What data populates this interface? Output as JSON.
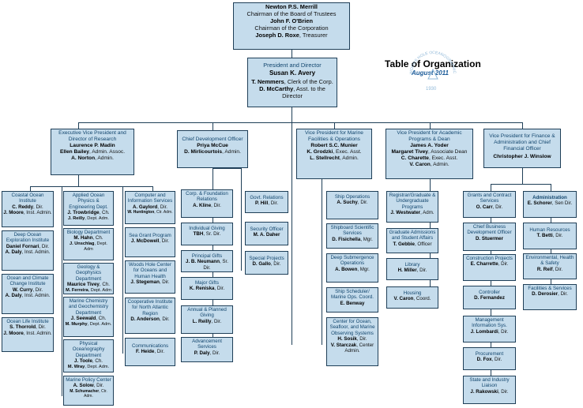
{
  "title": "Table of Organization",
  "date": "August 2011",
  "seal": {
    "text": "WOODS HOLE OCEANOGRAPHIC INSTITUTION",
    "year": "1930"
  },
  "trustees": [
    {
      "name": "Newton P.S. Merrill",
      "title": "Chairman of the Board of Trustees"
    },
    {
      "name": "John F. O'Brien",
      "title": "Chairman of the Corporation"
    },
    {
      "name": "Joseph D. Roxe",
      "title": ", Treasurer"
    }
  ],
  "president": {
    "title": "President and Director",
    "name": "Susan K. Avery",
    "staff": [
      {
        "name": "T. Nemmers",
        "role": ", Clerk of the Corp."
      },
      {
        "name": "D. McCarthy",
        "role": ", Asst. to the Director"
      }
    ]
  },
  "vps": [
    {
      "title": "Executive Vice President and Director of Research",
      "name": "Laurence P. Madin",
      "staff": [
        {
          "name": "Ellen Bailey",
          "role": ", Admin. Assoc."
        },
        {
          "name": "A. Norton",
          "role": ", Admin."
        }
      ]
    },
    {
      "title": "Chief Development Officer",
      "name": "Priya McCue",
      "staff": [
        {
          "name": "D. Mirlicourtois",
          "role": ", Admin."
        }
      ]
    },
    {
      "title": "Vice President for Marine Facilities & Operations",
      "name": "Robert S.C. Munier",
      "staff": [
        {
          "name": "K. Grodzki",
          "role": ", Exec. Asst."
        },
        {
          "name": "L. Stellrecht",
          "role": ", Admin."
        }
      ]
    },
    {
      "title": "Vice President for Academic Programs & Dean",
      "name": "James A. Yoder",
      "staff": [
        {
          "name": "Margaret Tivey",
          "role": ", Associate Dean"
        },
        {
          "name": "C. Charette",
          "role": ", Exec. Asst."
        },
        {
          "name": "V. Caron",
          "role": ", Admin."
        }
      ]
    },
    {
      "title": "Vice President for Finance & Administration and Chief Financial Officer",
      "name": "Christopher J. Winslow",
      "staff": []
    }
  ],
  "research_col1": [
    {
      "title": "Coastal Ocean Institute",
      "people": [
        {
          "name": "C. Reddy",
          "role": ", Dir."
        },
        {
          "name": "J. Moore",
          "role": ", Inst. Admin."
        }
      ]
    },
    {
      "title": "Deep Ocean Exploration Institute",
      "people": [
        {
          "name": "Daniel Fornari",
          "role": ", Dir."
        },
        {
          "name": "A. Daly",
          "role": ", Inst. Admin."
        }
      ]
    },
    {
      "title": "Ocean and Climate Change Institute",
      "people": [
        {
          "name": "W. Curry",
          "role": ", Dir."
        },
        {
          "name": "A. Daly",
          "role": ", Inst. Admin."
        }
      ]
    },
    {
      "title": "Ocean Life Institute",
      "people": [
        {
          "name": "S. Thorrold",
          "role": ", Dir."
        },
        {
          "name": "J. Moore",
          "role": ", Inst. Admin."
        }
      ]
    }
  ],
  "research_col2": [
    {
      "title": "Applied Ocean Physics & Engineering Dept.",
      "people": [
        {
          "name": "J. Trowbridge",
          "role": ", Ch."
        },
        {
          "name": "J. Reilly",
          "role": ", Dept. Adm."
        }
      ]
    },
    {
      "title": "Biology Department",
      "people": [
        {
          "name": "M. Hahn",
          "role": ", Ch."
        },
        {
          "name": "J. Unschlag",
          "role": ", Dept. Adm"
        }
      ]
    },
    {
      "title": "Geology & Geophysics Department",
      "people": [
        {
          "name": "Maurice Tivey",
          "role": ", Ch."
        },
        {
          "name": "M. Ferreira",
          "role": ", Dept. Adm"
        }
      ]
    },
    {
      "title": "Marine Chemistry and Geochemistry Department",
      "people": [
        {
          "name": "J. Seewald",
          "role": ", Ch."
        },
        {
          "name": "M. Murphy",
          "role": ", Dept. Adm."
        }
      ]
    },
    {
      "title": "Physical Oceanography Department",
      "people": [
        {
          "name": "J. Toole",
          "role": ", Ch."
        },
        {
          "name": "M. Wray",
          "role": ", Dept. Adm."
        }
      ]
    },
    {
      "title": "Marine Policy Center",
      "people": [
        {
          "name": "A. Solow",
          "role": ", Dir."
        },
        {
          "name": "M. Schumacher",
          "role": ", Ctr. Adm."
        }
      ]
    }
  ],
  "research_col3": [
    {
      "title": "Computer and Information Services",
      "people": [
        {
          "name": "A. Gaylord",
          "role": ", Dir."
        },
        {
          "name": "W. Huntington",
          "role": ", Ctr. Adm."
        }
      ]
    },
    {
      "title": "Sea Grant Program",
      "people": [
        {
          "name": "J. McDowell",
          "role": ", Dir."
        }
      ]
    },
    {
      "title": "Woods Hole Center for Oceans and Human Health",
      "people": [
        {
          "name": "J. Stegeman",
          "role": ", Dir."
        }
      ]
    },
    {
      "title": "Cooperative Institute for North Atlantic Region",
      "people": [
        {
          "name": "D. Anderson",
          "role": ", Dir."
        }
      ]
    },
    {
      "title": "Communications",
      "people": [
        {
          "name": "F. Heide",
          "role": ", Dir."
        }
      ]
    }
  ],
  "dev_col1": [
    {
      "title": "Corp. & Foundation Relations",
      "people": [
        {
          "name": "A. Kline",
          "role": ", Dir."
        }
      ]
    },
    {
      "title": "Individual Giving",
      "people": [
        {
          "name": "TBH",
          "role": ", Sr. Dir."
        }
      ]
    },
    {
      "title": "Principal Gifts",
      "people": [
        {
          "name": "J. B. Neumann",
          "role": ", Sr. Dir."
        }
      ]
    },
    {
      "title": "Major Gifts",
      "people": [
        {
          "name": "K. Reniska",
          "role": ", Dir."
        }
      ]
    },
    {
      "title": "Annual & Planned Giving",
      "people": [
        {
          "name": "L. Reilly",
          "role": ", Dir."
        }
      ]
    },
    {
      "title": "Advancement Services",
      "people": [
        {
          "name": "P. Daly",
          "role": ", Dir."
        }
      ]
    }
  ],
  "dev_col2": [
    {
      "title": "Govt. Relations",
      "people": [
        {
          "name": "P. Hill",
          "role": ", Dir."
        }
      ]
    },
    {
      "title": "Security Officer",
      "people": [
        {
          "name": "M. A. Daher",
          "role": ""
        }
      ]
    },
    {
      "title": "Special Projects",
      "people": [
        {
          "name": "D. Gallo",
          "role": ", Dir."
        }
      ]
    }
  ],
  "marine": [
    {
      "title": "Ship Operations",
      "people": [
        {
          "name": "A. Suchy",
          "role": ", Dir."
        }
      ]
    },
    {
      "title": "Shipboard Scientific Services",
      "people": [
        {
          "name": "D. Fisichella",
          "role": ", Mgr."
        }
      ]
    },
    {
      "title": "Deep Submergence Operations",
      "people": [
        {
          "name": "A. Bowen",
          "role": ", Mgr."
        }
      ]
    },
    {
      "title": "Ship Scheduler/ Marine Ops. Coord.",
      "people": [
        {
          "name": "E. Benway",
          "role": ""
        }
      ]
    },
    {
      "title": "Center for Ocean, Seafloor, and Marine Observing Systems",
      "people": [
        {
          "name": "H. Sosik",
          "role": ", Dir."
        },
        {
          "name": "V. Starczak",
          "role": ", Center Admin."
        }
      ]
    }
  ],
  "academic": [
    {
      "title": "Registrar/Graduate & Undergraduate Programs",
      "people": [
        {
          "name": "J. Westwater",
          "role": ", Adm."
        }
      ]
    },
    {
      "title": "Graduate Admissions and Student Affairs",
      "people": [
        {
          "name": "T. Gebbie",
          "role": ", Officer"
        }
      ]
    },
    {
      "title": "Library",
      "people": [
        {
          "name": "H. Miller",
          "role": ", Dir."
        }
      ]
    },
    {
      "title": "Housing",
      "people": [
        {
          "name": "V. Caron",
          "role": ", Coord."
        }
      ]
    }
  ],
  "finance_col1": [
    {
      "title": "Grants and Contract Services",
      "people": [
        {
          "name": "O. Carr",
          "role": ", Dir."
        }
      ]
    },
    {
      "title": "Chief Business Development Officer",
      "people": [
        {
          "name": "D. Stuermer",
          "role": ""
        }
      ]
    },
    {
      "title": "Construction Projects",
      "people": [
        {
          "name": "E. Charrette",
          "role": ", Dir."
        }
      ]
    },
    {
      "title": "Controller",
      "people": [
        {
          "name": "D. Fernandez",
          "role": ""
        }
      ]
    },
    {
      "title": "Management Information Sys.",
      "people": [
        {
          "name": "J. Lombardi",
          "role": ", Dir."
        }
      ]
    },
    {
      "title": "Procurement",
      "people": [
        {
          "name": "D. Fox",
          "role": ", Dir."
        }
      ]
    },
    {
      "title": "State and Industry Liaison",
      "people": [
        {
          "name": "J. Rakowski",
          "role": ", Dir."
        }
      ]
    }
  ],
  "finance_col2": [
    {
      "title": "Administration",
      "people": [
        {
          "name": "E. Schorer",
          "role": ", Sen Dir."
        }
      ]
    },
    {
      "title": "Human Resources",
      "people": [
        {
          "name": "T. Betti",
          "role": ", Dir."
        }
      ]
    },
    {
      "title": "Environmental, Health & Safety",
      "people": [
        {
          "name": "R. Reif",
          "role": ", Dir."
        }
      ]
    },
    {
      "title": "Facilities & Services",
      "people": [
        {
          "name": "D. Derosier",
          "role": ", Dir."
        }
      ]
    }
  ]
}
